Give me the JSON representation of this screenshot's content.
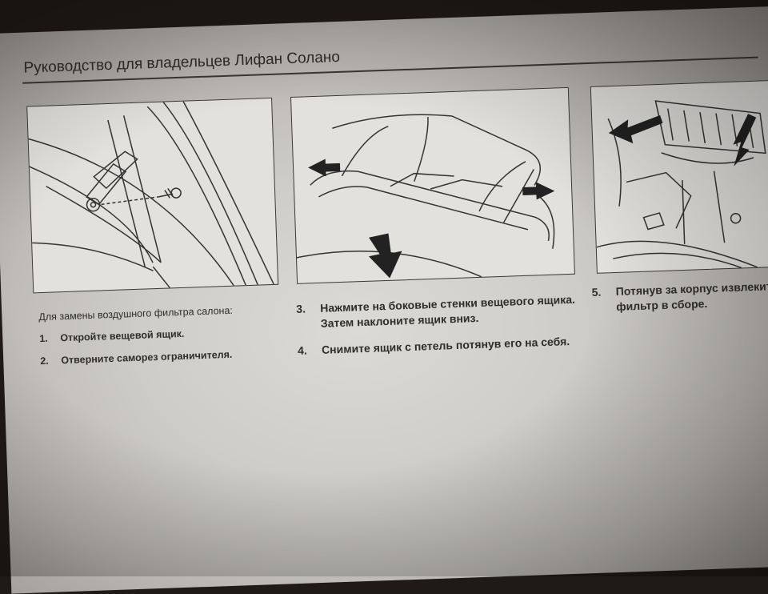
{
  "header": {
    "title": "Руководство для владельцев Лифан Солано"
  },
  "column1": {
    "intro": "Для замены воздушного фильтра салона:",
    "steps": [
      {
        "num": "1.",
        "text": "Откройте вещевой ящик."
      },
      {
        "num": "2.",
        "text": "Отверните саморез ограничителя."
      }
    ]
  },
  "column2": {
    "steps": [
      {
        "num": "3.",
        "text": "Нажмите на боковые стенки вещевого ящика. Затем наклоните ящик вниз."
      },
      {
        "num": "4.",
        "text": "Снимите ящик с петель потянув его на себя."
      }
    ]
  },
  "column3": {
    "steps": [
      {
        "num": "5.",
        "text": "Потянув за корпус извлеките фильтр в сборе."
      }
    ]
  },
  "colors": {
    "paper": "#d6d4d1",
    "ink": "#2f2d2b",
    "background": "#201a16"
  }
}
